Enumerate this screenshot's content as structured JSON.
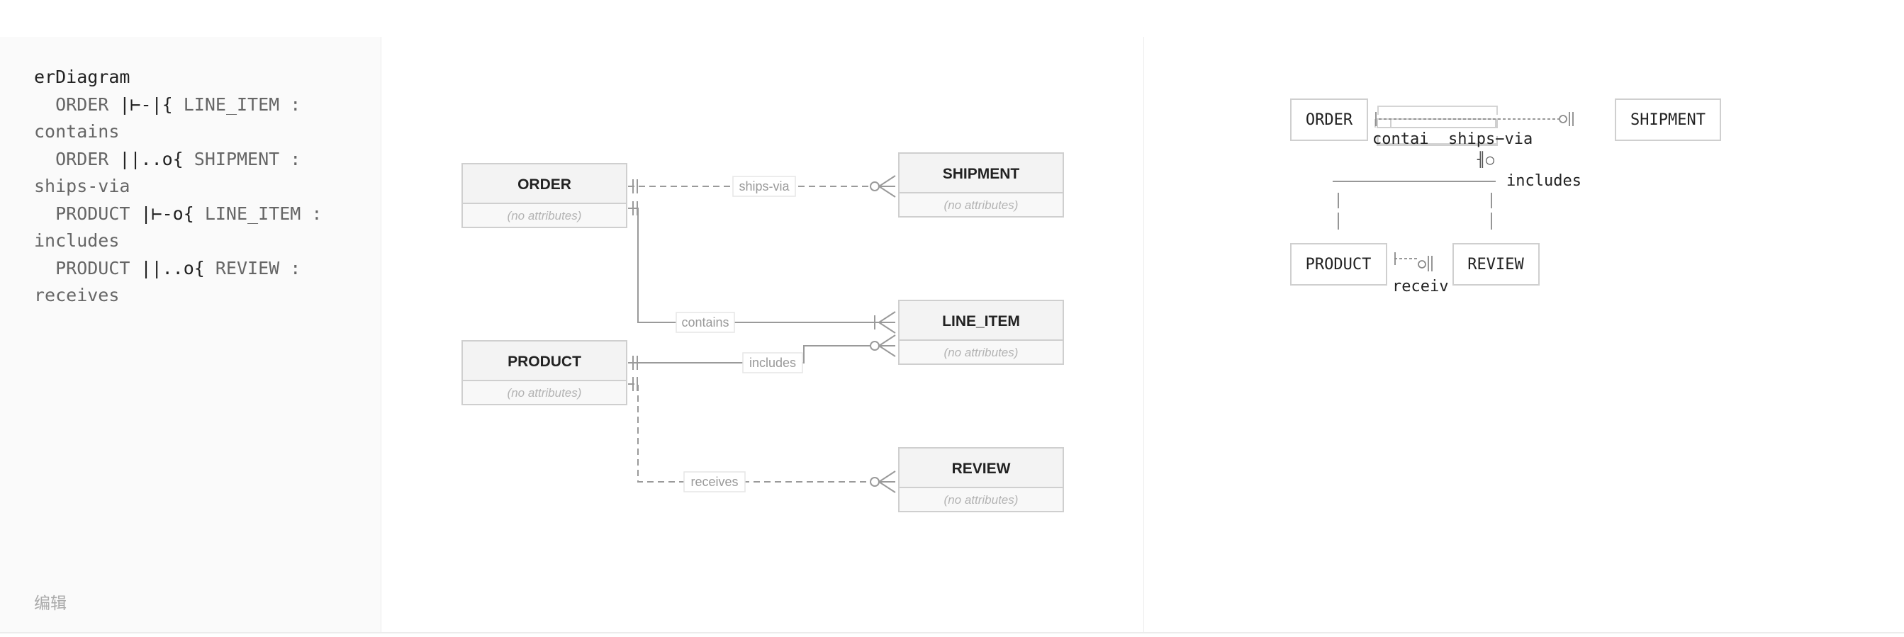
{
  "editor": {
    "code_lines": [
      {
        "prefix": "",
        "keyword": "erDiagram",
        "op": "",
        "rest": ""
      },
      {
        "prefix": "  ORDER ",
        "keyword": "",
        "op": "|⊢-|{",
        "rest": " LINE_ITEM :"
      },
      {
        "prefix": "contains",
        "keyword": "",
        "op": "",
        "rest": ""
      },
      {
        "prefix": "  ORDER ",
        "keyword": "",
        "op": "||..o{",
        "rest": " SHIPMENT :"
      },
      {
        "prefix": "ships-via",
        "keyword": "",
        "op": "",
        "rest": ""
      },
      {
        "prefix": "  PRODUCT ",
        "keyword": "",
        "op": "|⊢-o{",
        "rest": " LINE_ITEM :"
      },
      {
        "prefix": "includes",
        "keyword": "",
        "op": "",
        "rest": ""
      },
      {
        "prefix": "  PRODUCT ",
        "keyword": "",
        "op": "||..o{",
        "rest": " REVIEW :"
      },
      {
        "prefix": "receives",
        "keyword": "",
        "op": "",
        "rest": ""
      }
    ],
    "edit_label": "编辑"
  },
  "diagram": {
    "entities": {
      "order": {
        "name": "ORDER",
        "attrs": "(no attributes)"
      },
      "product": {
        "name": "PRODUCT",
        "attrs": "(no attributes)"
      },
      "shipment": {
        "name": "SHIPMENT",
        "attrs": "(no attributes)"
      },
      "line_item": {
        "name": "LINE_ITEM",
        "attrs": "(no attributes)"
      },
      "review": {
        "name": "REVIEW",
        "attrs": "(no attributes)"
      }
    },
    "relations": {
      "ships_via": "ships-via",
      "contains": "contains",
      "includes": "includes",
      "receives": "receives"
    }
  },
  "preview": {
    "boxes": {
      "order": "ORDER",
      "shipment": "SHIPMENT",
      "product": "PRODUCT",
      "review": "REVIEW"
    },
    "labels": {
      "contai": "contai",
      "ships_via": "ships−via",
      "includes": "includes",
      "receiv": "receiv",
      "marker": "╢○"
    }
  }
}
